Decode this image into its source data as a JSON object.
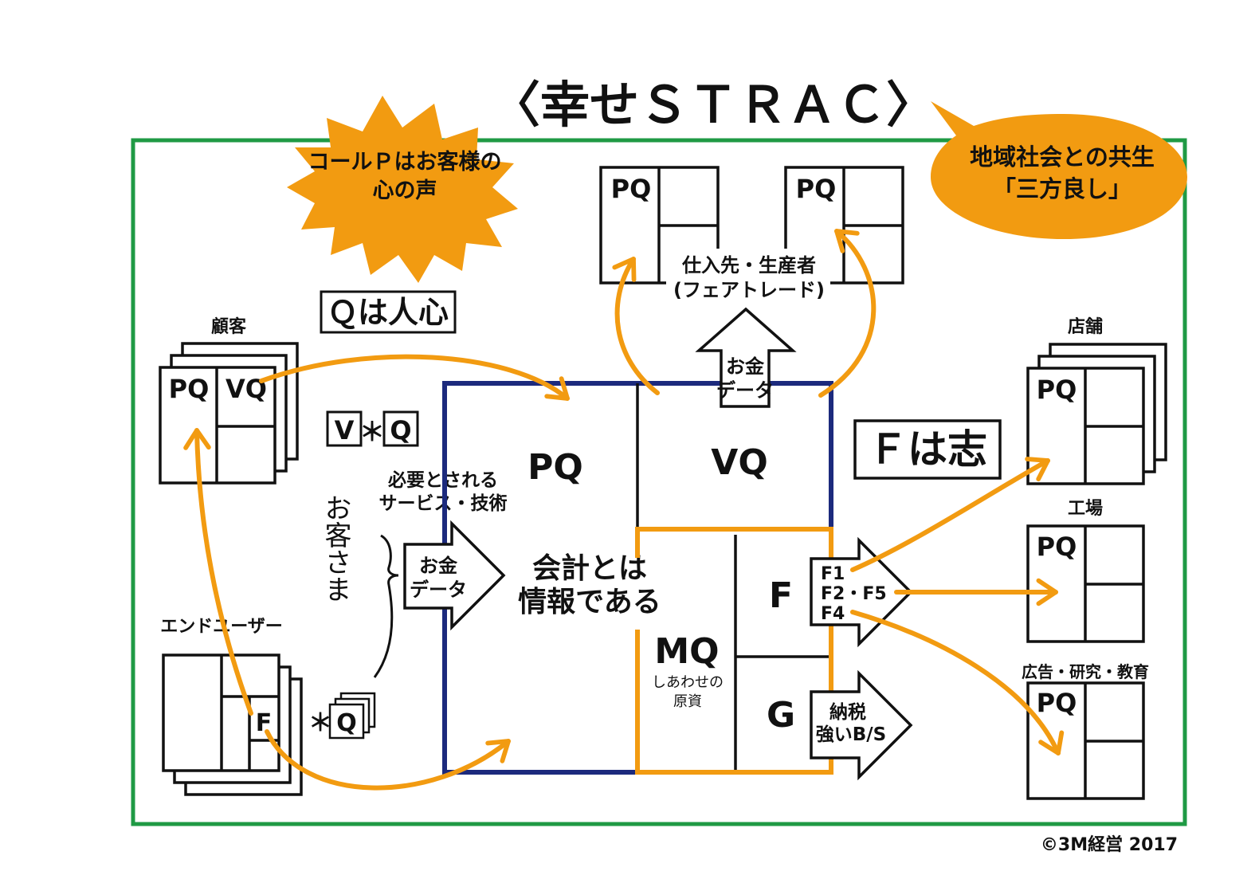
{
  "title": "〈幸せＳＴＲＡＣ〉",
  "callouts": {
    "burst_line1": "コールＰはお客様の",
    "burst_line2": "心の声",
    "bubble_line1": "地域社会との共生",
    "bubble_line2": "「三方良し」"
  },
  "labels": {
    "q_heart": "Ｑは人心",
    "f_will": "Ｆは志",
    "v_box": "V",
    "q_box": "Q",
    "star": "＊",
    "q_small": "Q",
    "customer": "顧客",
    "end_user": "エンドユーザー",
    "okyaku_vertical": "お客さま",
    "needed_line1": "必要とされる",
    "needed_line2": "サービス・技術",
    "supplier_line1": "仕入先・生産者",
    "supplier_line2": "(フェアトレード)",
    "store": "店舗",
    "factory": "工場",
    "ad_research": "広告・研究・教育",
    "copyright": "©3M経営 2017"
  },
  "boxes": {
    "pq": "PQ",
    "vq": "VQ",
    "f": "F",
    "g": "G",
    "mq": "MQ",
    "mq_sub1": "しあわせの",
    "mq_sub2": "原資",
    "center_line1": "会計とは",
    "center_line2": "情報である"
  },
  "arrows": {
    "money_line1": "お金",
    "money_line2": "データ",
    "f_list1": "F1",
    "f_list2": "F2・F5",
    "f_list3": "F4",
    "tax_line1": "納税",
    "tax_line2": "強いB/S"
  },
  "colors": {
    "green": "#1f9a44",
    "navy": "#1c2a7d",
    "orange": "#f29b11",
    "black": "#111111"
  }
}
